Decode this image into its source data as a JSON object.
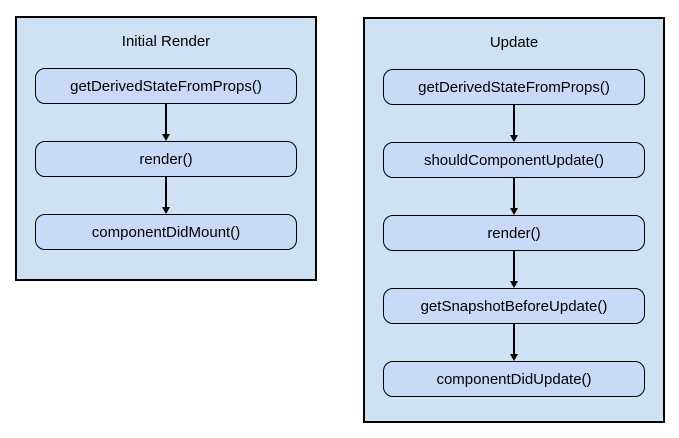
{
  "diagram": {
    "colors": {
      "container_fill": "#cfe2f3",
      "node_fill": "#c9daf8",
      "border": "#000000",
      "background": "#ffffff"
    },
    "flows": [
      {
        "title": "Initial Render",
        "steps": [
          "getDerivedStateFromProps()",
          "render()",
          "componentDidMount()"
        ]
      },
      {
        "title": "Update",
        "steps": [
          "getDerivedStateFromProps()",
          "shouldComponentUpdate()",
          "render()",
          "getSnapshotBeforeUpdate()",
          "componentDidUpdate()"
        ]
      }
    ]
  }
}
